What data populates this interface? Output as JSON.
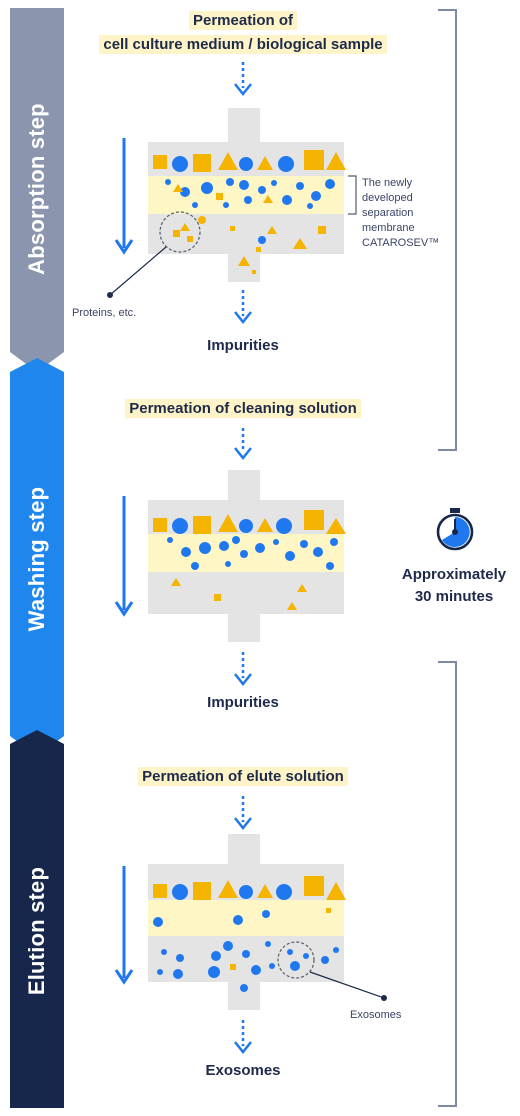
{
  "steps": {
    "absorption": {
      "label": "Absorption step",
      "input": [
        "Permeation of",
        "cell culture medium / biological sample"
      ],
      "output": "Impurities",
      "annotation": "Proteins, etc.",
      "membrane_label": [
        "The newly",
        "developed",
        "separation",
        "membrane",
        "CATAROSEV™"
      ]
    },
    "washing": {
      "label": "Washing step",
      "input": "Permeation of cleaning solution",
      "output": "Impurities"
    },
    "elution": {
      "label": "Elution step",
      "input": "Permeation of elute solution",
      "output": "Exosomes",
      "annotation": "Exosomes"
    }
  },
  "timer": {
    "icon": "stopwatch-icon",
    "lines": [
      "Approximately",
      "30 minutes"
    ]
  },
  "colors": {
    "absorption": "#8b95ad",
    "washing": "#1f86ee",
    "elution": "#17274b",
    "particle_blue": "#1f78f0",
    "particle_yellow": "#f5b400",
    "membrane_band": "#fff6c6",
    "housing": "#e4e4e4",
    "bracket": "#7f8aa6"
  }
}
